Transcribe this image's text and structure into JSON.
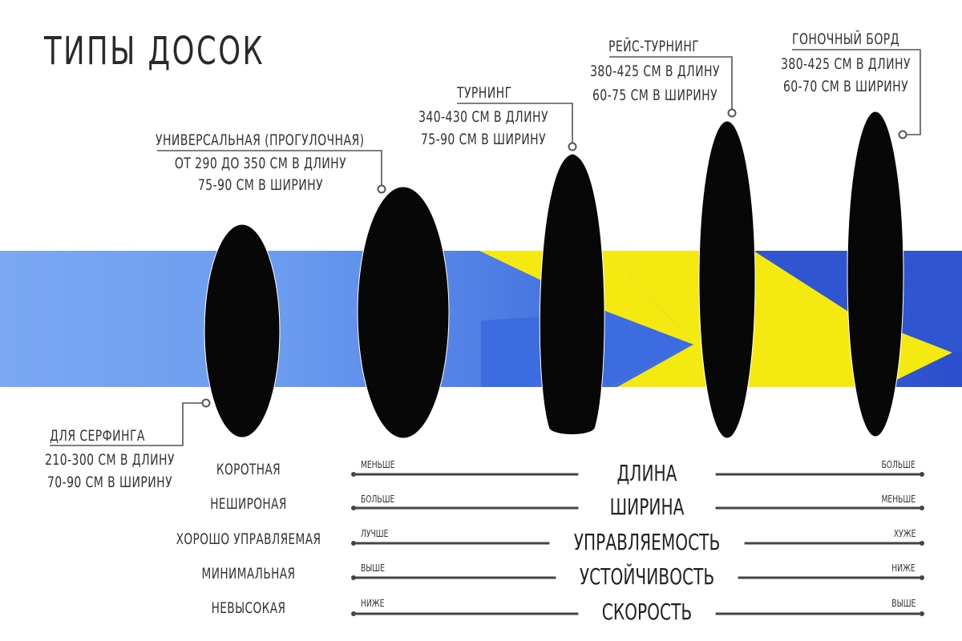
{
  "title": "ТИПЫ ДОСОК",
  "boards": [
    {
      "name": "ДЛЯ СЕРФИНГА",
      "length": "210-300 СМ В ДЛИНУ",
      "width": "70-90 СМ В ШИРИНУ"
    },
    {
      "name": "УНИВЕРСАЛЬНАЯ (ПРОГУЛОЧНАЯ)",
      "length": "ОТ 290 ДО 350 СМ В ДЛИНУ",
      "width": "75-90 СМ В ШИРИНУ"
    },
    {
      "name": "ТУРНИНГ",
      "length": "340-430 СМ В ДЛИНУ",
      "width": "75-90 СМ В ШИРИНУ"
    },
    {
      "name": "РЕЙС-ТУРНИНГ",
      "length": "380-425 СМ В ДЛИНУ",
      "width": "60-75 СМ В ШИРИНУ"
    },
    {
      "name": "ГОНОЧНЫЙ БОРД",
      "length": "380-425 СМ В ДЛИНУ",
      "width": "60-70 СМ В ШИРИНУ"
    }
  ],
  "scales": [
    {
      "row_label": "КОРОТНАЯ",
      "left": "МЕНЬШЕ",
      "center": "ДЛИНА",
      "right": "БОЛЬШЕ"
    },
    {
      "row_label": "НЕШИРОНАЯ",
      "left": "БОЛЬШЕ",
      "center": "ШИРИНА",
      "right": "МЕНЬШЕ"
    },
    {
      "row_label": "ХОРОШО УПРАВЛЯЕМАЯ",
      "left": "ЛУЧШЕ",
      "center": "УПРАВЛЯЕМОСТЬ",
      "right": "ХУЖЕ"
    },
    {
      "row_label": "МИНИМАЛЬНАЯ",
      "left": "ВЫШЕ",
      "center": "УСТОЙЧИВОСТЬ",
      "right": "НИЖЕ"
    },
    {
      "row_label": "НЕВЫСОКАЯ",
      "left": "НИЖЕ",
      "center": "СКОРОСТЬ",
      "right": "ВЫШЕ"
    }
  ],
  "colors": {
    "band_light_blue": "#6e9ff0",
    "band_blue": "#3a68dc",
    "band_dark_blue": "#2b4fcc",
    "yellow": "#f4ea12",
    "board": "#070707",
    "line": "#444444",
    "text": "#2b2b2b"
  }
}
